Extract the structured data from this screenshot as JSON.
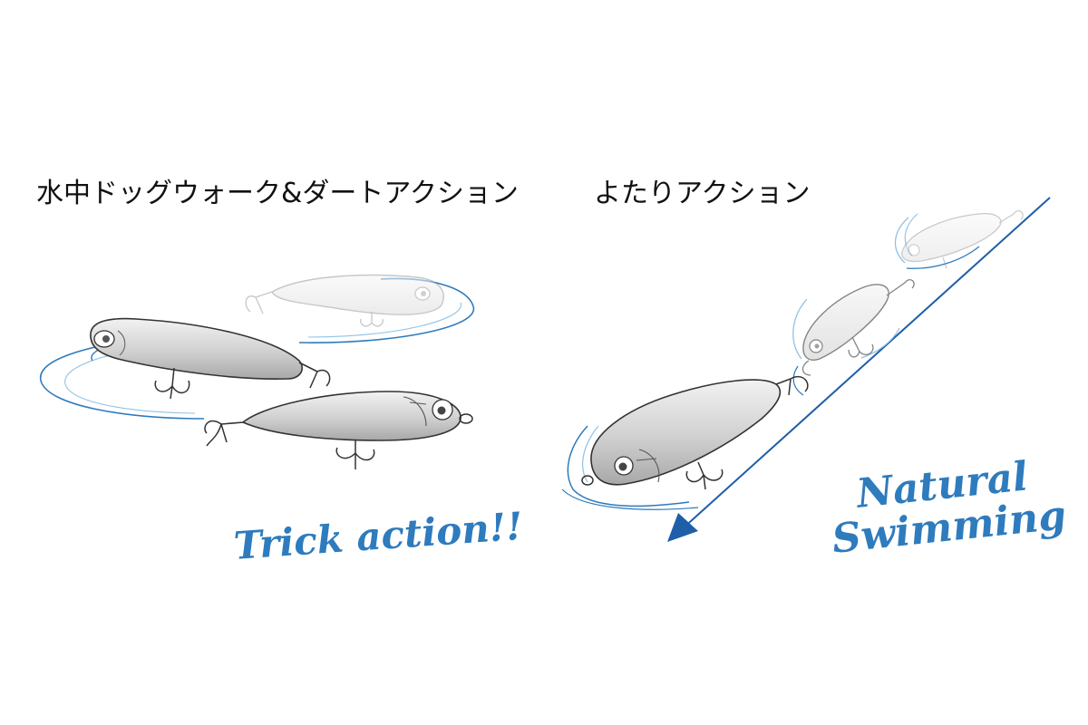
{
  "panels": {
    "left": {
      "heading": "水中ドッグウォーク&ダートアクション",
      "caption": "Trick action!!"
    },
    "right": {
      "heading": "よたりアクション",
      "caption_line1": "Natural",
      "caption_line2": "Swimming"
    }
  },
  "colors": {
    "curve_blue": "#2e7bbd",
    "curve_light_blue": "#8fc1e6",
    "arrow_blue": "#1f5fa8",
    "lure_outline": "#333333",
    "lure_fill": "#d9d9d9",
    "faded_lure_outline": "#b5b5b5",
    "text": "#111111"
  }
}
